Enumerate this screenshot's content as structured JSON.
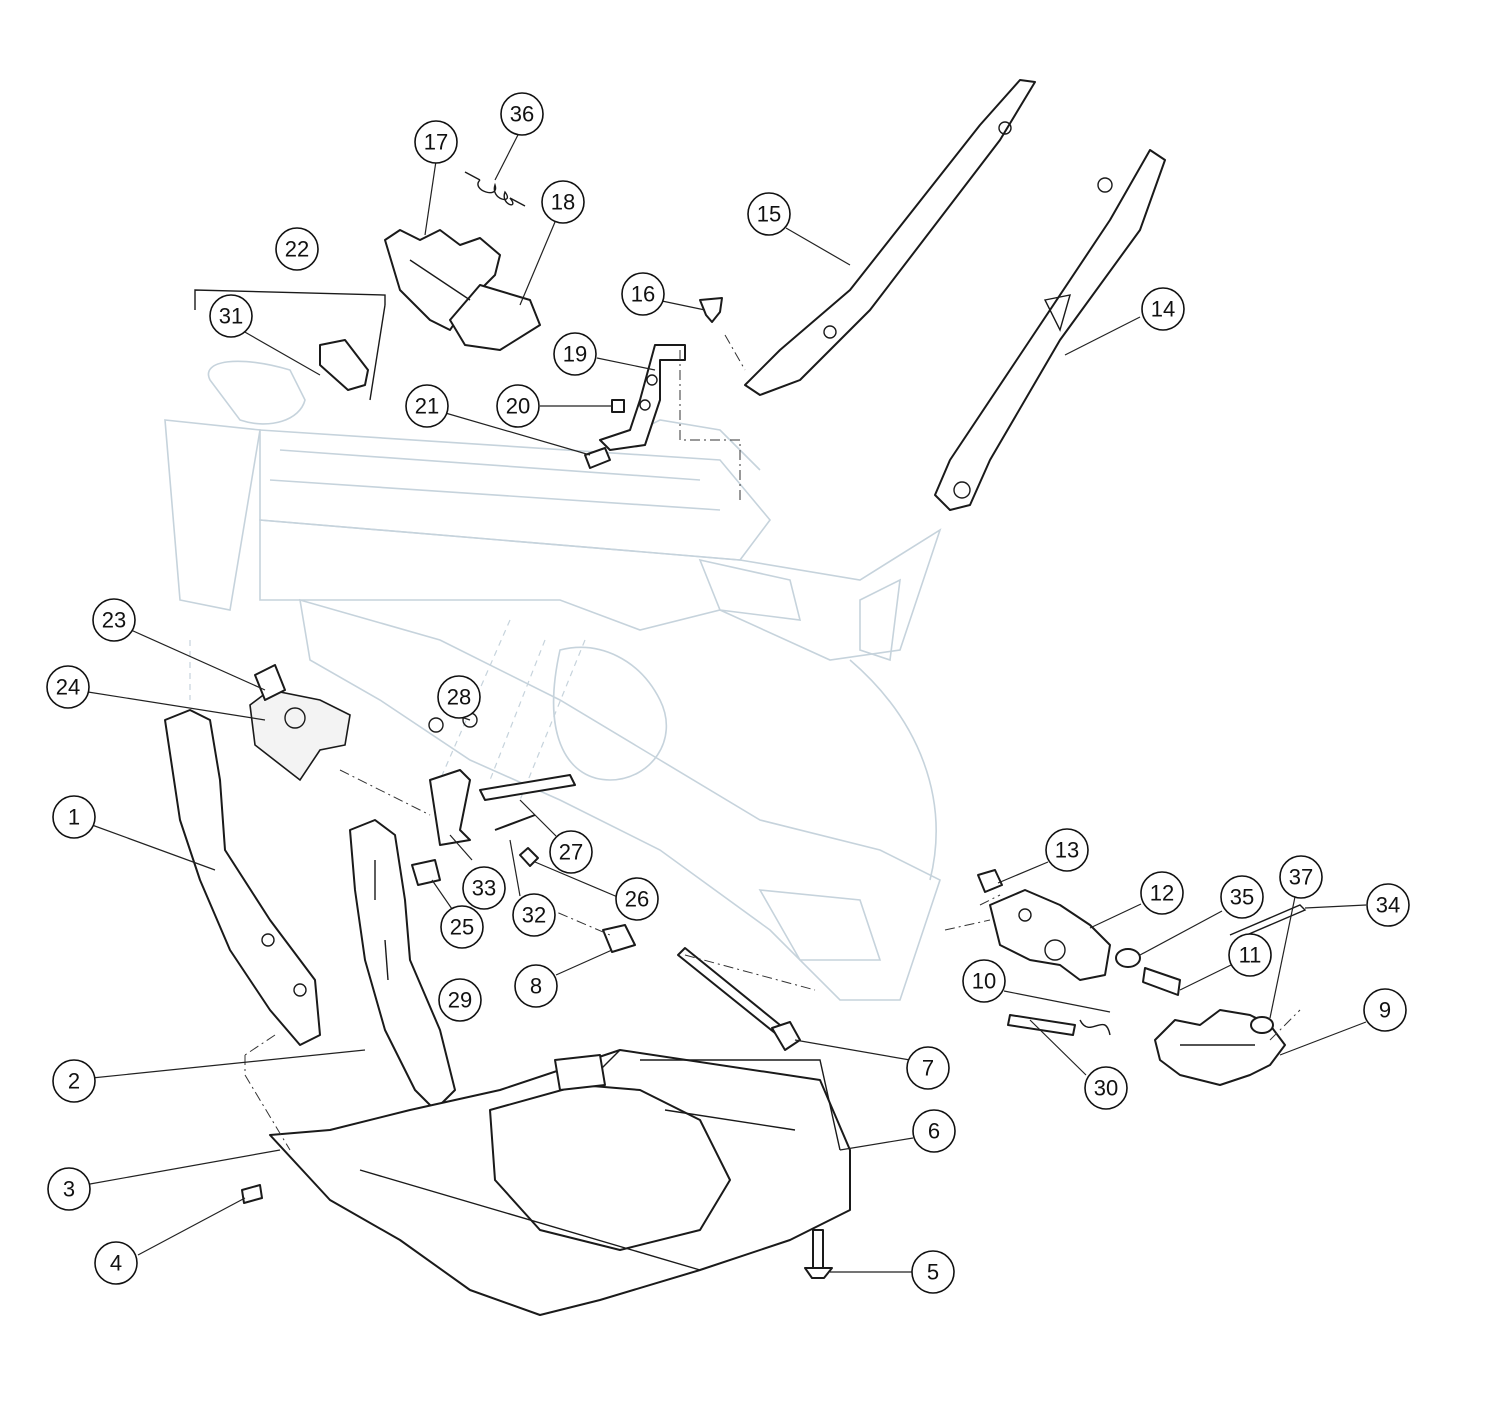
{
  "diagram": {
    "callouts": [
      {
        "label": "36"
      },
      {
        "label": "17"
      },
      {
        "label": "18"
      },
      {
        "label": "22"
      },
      {
        "label": "31"
      },
      {
        "label": "15"
      },
      {
        "label": "16"
      },
      {
        "label": "19"
      },
      {
        "label": "20"
      },
      {
        "label": "21"
      },
      {
        "label": "14"
      },
      {
        "label": "23"
      },
      {
        "label": "24"
      },
      {
        "label": "28"
      },
      {
        "label": "1"
      },
      {
        "label": "27"
      },
      {
        "label": "33"
      },
      {
        "label": "32"
      },
      {
        "label": "26"
      },
      {
        "label": "25"
      },
      {
        "label": "13"
      },
      {
        "label": "12"
      },
      {
        "label": "35"
      },
      {
        "label": "37"
      },
      {
        "label": "34"
      },
      {
        "label": "11"
      },
      {
        "label": "10"
      },
      {
        "label": "9"
      },
      {
        "label": "8"
      },
      {
        "label": "29"
      },
      {
        "label": "30"
      },
      {
        "label": "7"
      },
      {
        "label": "2"
      },
      {
        "label": "6"
      },
      {
        "label": "3"
      },
      {
        "label": "4"
      },
      {
        "label": "5"
      }
    ]
  }
}
